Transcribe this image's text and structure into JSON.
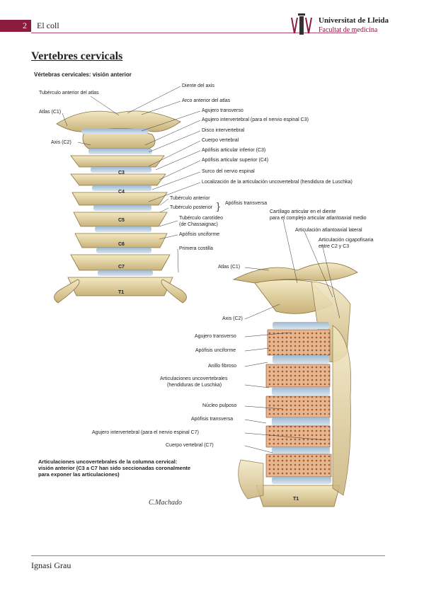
{
  "header": {
    "page_number": "2",
    "chapter": "El coll",
    "university": "Universitat de Lleida",
    "faculty": "Facultat de medicina"
  },
  "title": "Vertebres cervicals",
  "figure": {
    "subtitle": "Vértebras cervicales: visión anterior",
    "vertebra_labels": [
      "C3",
      "C4",
      "C5",
      "C6",
      "C7",
      "T1",
      "T1"
    ],
    "left_labels": [
      "Tubérculo anterior del atlas",
      "Atlas (C1)",
      "Axis (C2)"
    ],
    "right_labels": [
      "Diente del axis",
      "Arco anterior del atlas",
      "Agujero transverso",
      "Agujero intervertebral (para el nervio espinal C3)",
      "Disco intervertebral",
      "Cuerpo vertebral",
      "Apófisis articular inferior (C3)",
      "Apófisis articular superior (C4)",
      "Surco del nervio espinal",
      "Localización de la articulación uncovertebral (hendidura de Luschka)",
      "Tubérculo anterior",
      "Tubérculo posterior",
      "Apófisis transversa",
      "Tubérculo carotídeo",
      "(de Chassaignac)",
      "Apófisis unciforme",
      "Primera costilla"
    ],
    "section_labels": [
      "Cartílago articular en el diente",
      "para el complejo articular atlantoaxial medio",
      "Articulación atlantoaxial lateral",
      "Articulación cigapofisaria",
      "entre C2 y C3",
      "Atlas (C1)",
      "Axis (C2)",
      "Agujero transverso",
      "Apófisis unciforme",
      "Anillo fibroso",
      "Articulaciones uncovertebrales",
      "(hendiduras de Luschka)",
      "Núcleo pulposo",
      "Apófisis transversa",
      "Agujero intervertebral (para el nervio espinal C7)",
      "Cuerpo vertebral (C7)"
    ],
    "caption": "Articulaciones uncovertebrales de la columna cervical:\nvisión anterior (C3 a C7 han sido seccionadas coronalmente\npara exponer las articulaciones)",
    "signature": "C.Machado"
  },
  "footer": {
    "author": "Ignasi Grau"
  }
}
